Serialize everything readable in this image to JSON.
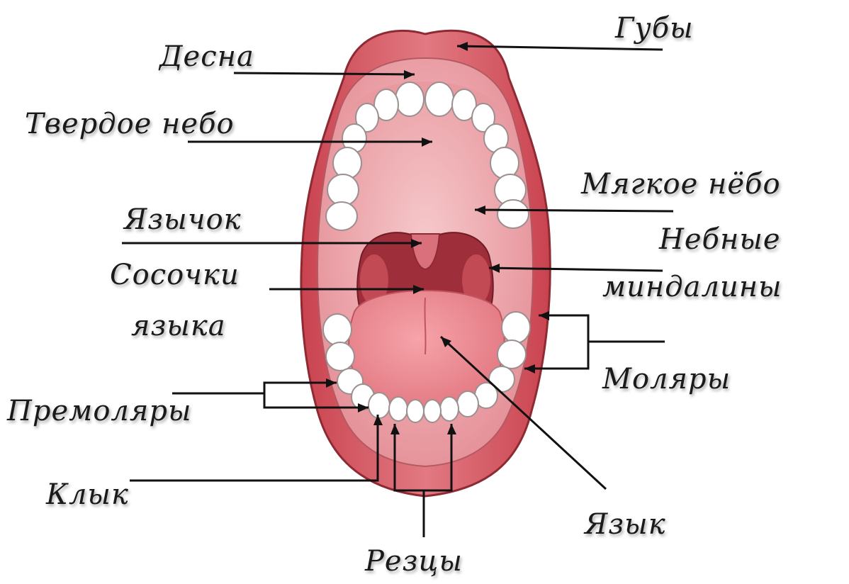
{
  "labels": {
    "lips": "Губы",
    "gums": "Десна",
    "hard_palate": "Твердое небо",
    "soft_palate": "Мягкое нёбо",
    "uvula": "Язычок",
    "tonsils_line1": "Небные",
    "tonsils_line2": "миндалины",
    "papillae_line1": "Сосочки",
    "papillae_line2": "языка",
    "molars": "Моляры",
    "premolars": "Премоляры",
    "canine": "Клык",
    "tongue": "Язык",
    "incisors": "Резцы"
  },
  "colors": {
    "lips": "#d9606a",
    "palate": "#f3b6b9",
    "throat": "#9e2f3a",
    "tongue": "#ee8b92",
    "teeth": "#ffffff",
    "leader_lines": "#111111"
  }
}
